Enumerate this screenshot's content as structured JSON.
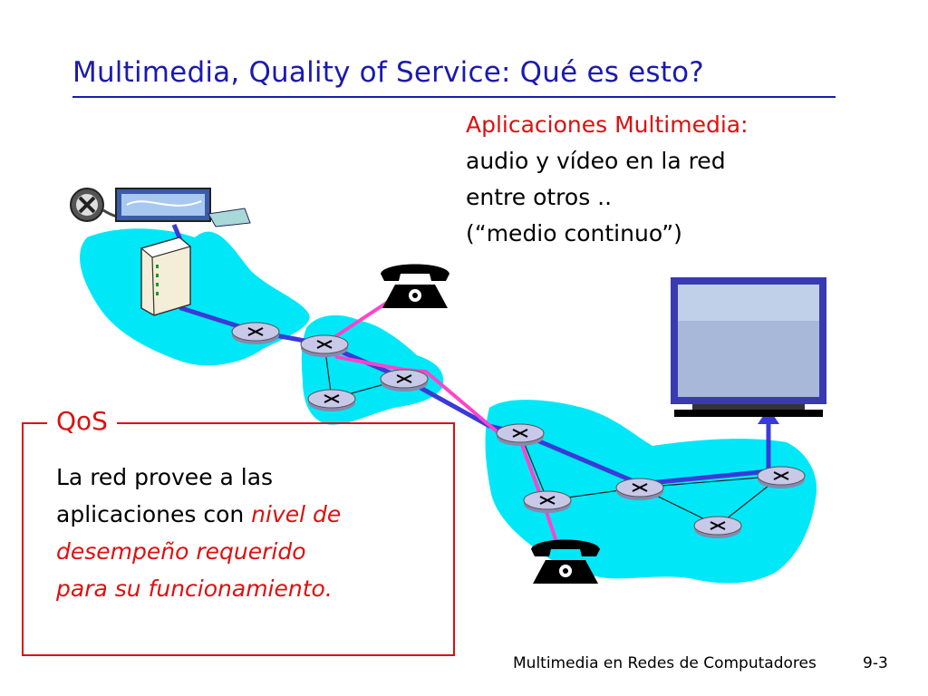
{
  "slide": {
    "title": "Multimedia, Quality of Service: Qué es esto?",
    "apps": {
      "heading": "Aplicaciones Multimedia:",
      "lines": [
        "audio y vídeo en la red",
        "entre otros ..",
        "(“medio continuo”)"
      ]
    },
    "qos": {
      "label": "QoS",
      "line1": "La red provee a las",
      "line2_plain": "aplicaciones con ",
      "line2_emph": "nivel de",
      "line3": "desempeño requerido",
      "line4": "para su funcionamiento."
    },
    "footer": {
      "course": "Multimedia en Redes de Computadores",
      "page": "9-3"
    }
  },
  "colors": {
    "title": "#1a1ab0",
    "accent_red": "#dd1010",
    "network_cloud": "#00e8f8",
    "video_path": "#3a3ad8",
    "voice_path": "#ff44cc",
    "router": "#c8c8e8"
  },
  "icons": [
    "film-reel-icon",
    "camera-icon",
    "server-icon",
    "router-icon",
    "telephone-icon",
    "monitor-icon"
  ]
}
